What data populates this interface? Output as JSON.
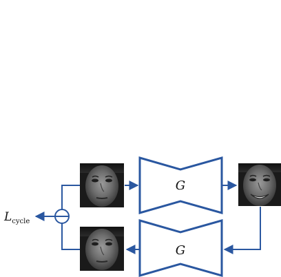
{
  "diagram": {
    "generator_top_label": "G",
    "generator_bottom_label": "G",
    "loss_label_main": "L",
    "loss_label_sub": "cycle"
  },
  "images": [
    {
      "role": "input-face",
      "expression": "neutral"
    },
    {
      "role": "generated-face",
      "expression": "smiling"
    },
    {
      "role": "reconstructed-face",
      "expression": "neutral"
    }
  ],
  "colors": {
    "line": "#2a57a0",
    "box_stroke": "#2a57a0",
    "face_background": "#1a1a1a"
  }
}
